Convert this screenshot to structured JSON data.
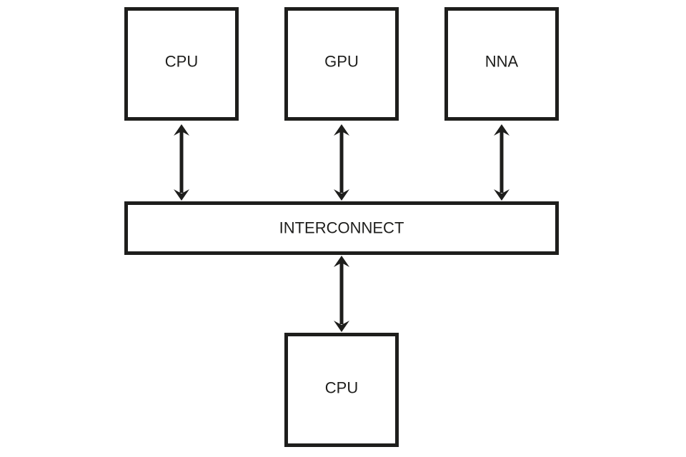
{
  "diagram": {
    "nodes": {
      "cpu_top": {
        "label": "CPU"
      },
      "gpu": {
        "label": "GPU"
      },
      "nna": {
        "label": "NNA"
      },
      "interconnect": {
        "label": "INTERCONNECT"
      },
      "cpu_bottom": {
        "label": "CPU"
      }
    },
    "edges": [
      {
        "from": "cpu_top",
        "to": "interconnect",
        "direction": "bidirectional"
      },
      {
        "from": "gpu",
        "to": "interconnect",
        "direction": "bidirectional"
      },
      {
        "from": "nna",
        "to": "interconnect",
        "direction": "bidirectional"
      },
      {
        "from": "interconnect",
        "to": "cpu_bottom",
        "direction": "bidirectional"
      }
    ],
    "colors": {
      "stroke": "#1e1e1c",
      "background": "#ffffff"
    }
  }
}
